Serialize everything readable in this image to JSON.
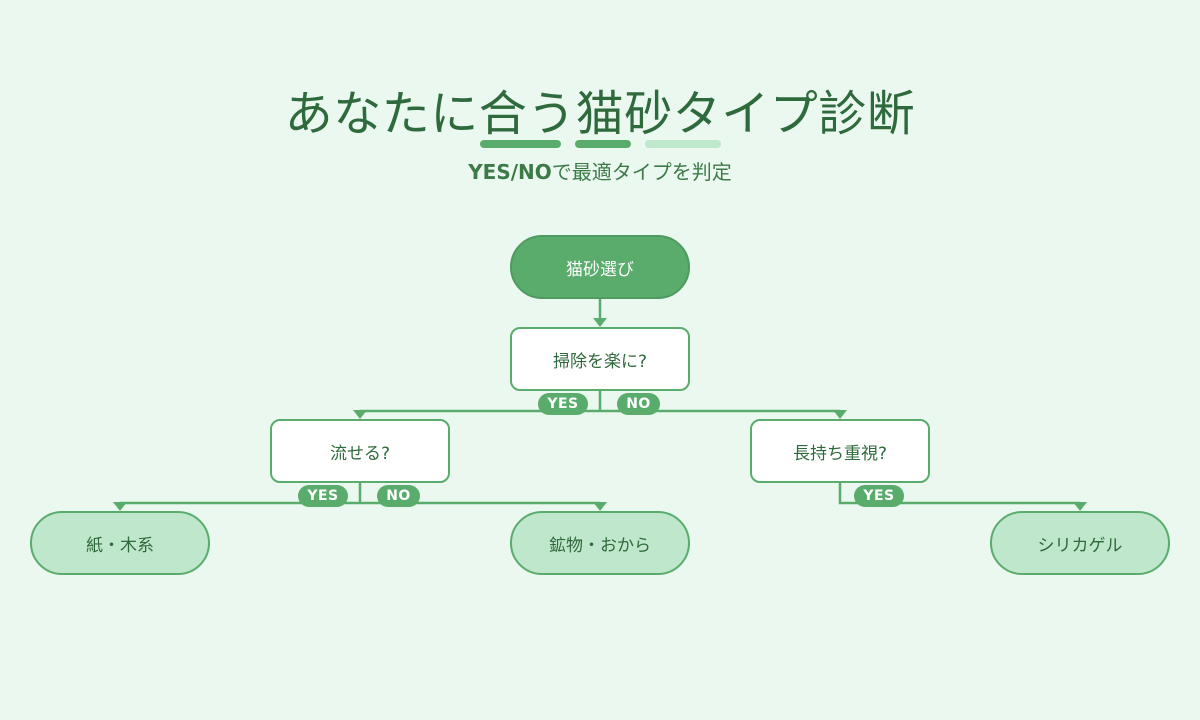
{
  "header": {
    "title": "あなたに合う猫砂タイプ診断",
    "subtitle_latin": "YES/NO",
    "subtitle_rest": "で最適タイプを判定"
  },
  "flowchart": {
    "start": "猫砂選び",
    "questions": {
      "q1": "掃除を楽に?",
      "q2": "流せる?",
      "q3": "長持ち重視?"
    },
    "results": {
      "r1": "紙・木系",
      "r2": "鉱物・おから",
      "r3": "シリカゲル"
    },
    "branch_labels": {
      "q1_yes": "YES",
      "q1_no": "NO",
      "q2_yes": "YES",
      "q2_no": "NO",
      "q3_yes": "YES"
    }
  },
  "colors": {
    "accent": "#5aac6c",
    "accent_light": "#bfe7cb",
    "background": "#eaf8ef",
    "text_dark": "#2f6a3c"
  }
}
